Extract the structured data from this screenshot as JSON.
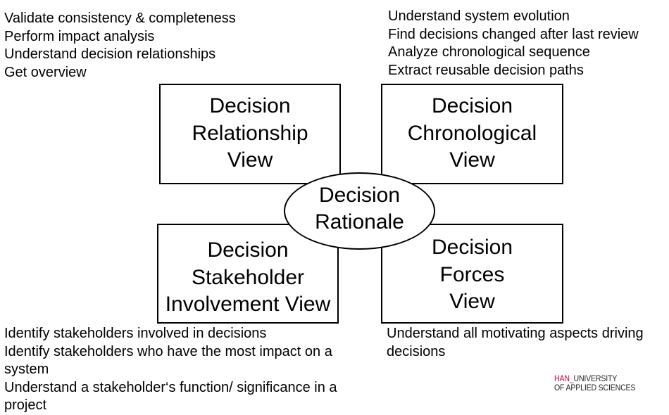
{
  "views": {
    "relationship": {
      "title": "Decision\nRelationship\nView",
      "purposes": [
        "Validate consistency & completeness",
        "Perform impact analysis",
        "Understand decision relationships",
        "Get overview"
      ]
    },
    "chronological": {
      "title": "Decision\nChronological\nView",
      "purposes": [
        "Understand system evolution",
        "Find decisions changed after last review",
        "Analyze chronological sequence",
        "Extract reusable decision paths"
      ]
    },
    "stakeholder": {
      "title": "Decision\nStakeholder\nInvolvement View",
      "purposes": [
        "Identify stakeholders involved in decisions",
        "Identify stakeholders who have the most impact on a system",
        "Understand a stakeholder‘s function/ significance in a project"
      ]
    },
    "forces": {
      "title": "Decision\nForces\nView",
      "purposes": [
        "Understand all motivating aspects driving decisions"
      ]
    }
  },
  "center": {
    "title": "Decision\nRationale"
  },
  "logo": {
    "brand": "HAN_",
    "line1": "UNIVERSITY",
    "line2": "OF APPLIED SCIENCES"
  }
}
